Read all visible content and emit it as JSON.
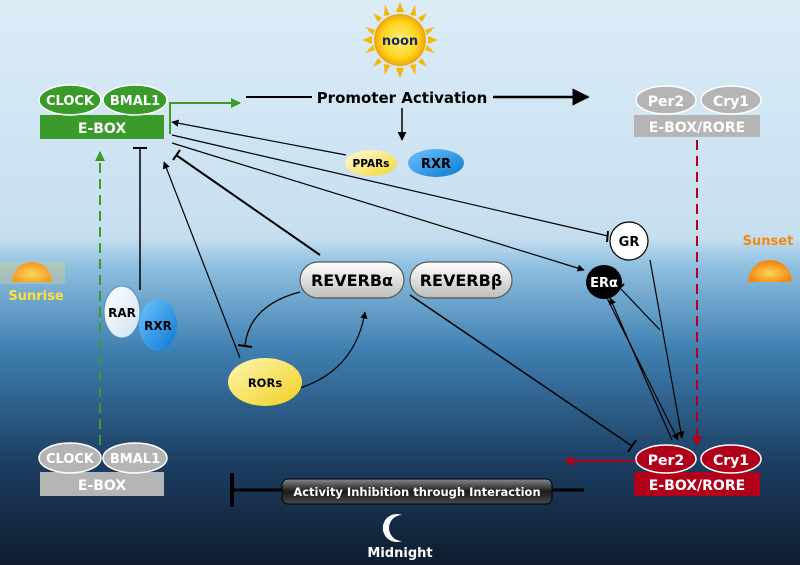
{
  "celestial": {
    "noon": "noon",
    "sunrise": "Sunrise",
    "sunset": "Sunset",
    "midnight": "Midnight"
  },
  "top_left_complex": {
    "clock": "CLOCK",
    "bmal1": "BMAL1",
    "ebox": "E-BOX"
  },
  "top_right_complex": {
    "per2": "Per2",
    "cry1": "Cry1",
    "ebox_rore": "E-BOX/RORE"
  },
  "bottom_left_complex": {
    "clock": "CLOCK",
    "bmal1": "BMAL1",
    "ebox": "E-BOX"
  },
  "bottom_right_complex": {
    "per2": "Per2",
    "cry1": "Cry1",
    "ebox_rore": "E-BOX/RORE"
  },
  "promoter_activation": "Promoter Activation",
  "activity_inhibition": "Activity Inhibition through Interaction",
  "receptors": {
    "ppars": "PPARs",
    "rxr_top": "RXR",
    "rar": "RAR",
    "rxr_left": "RXR",
    "gr": "GR",
    "er_alpha": "ERα",
    "reverb_alpha": "REVERBα",
    "reverb_beta": "REVERBβ",
    "rors": "RORs"
  },
  "colors": {
    "sky_top": "#dfeef8",
    "sea_bottom": "#0e1c2e",
    "green": "#3a9a2a",
    "gray": "#b5b5b5",
    "dark_red": "#b0001a",
    "yellow": "#f5e15a",
    "blue": "#1a8fe0"
  }
}
